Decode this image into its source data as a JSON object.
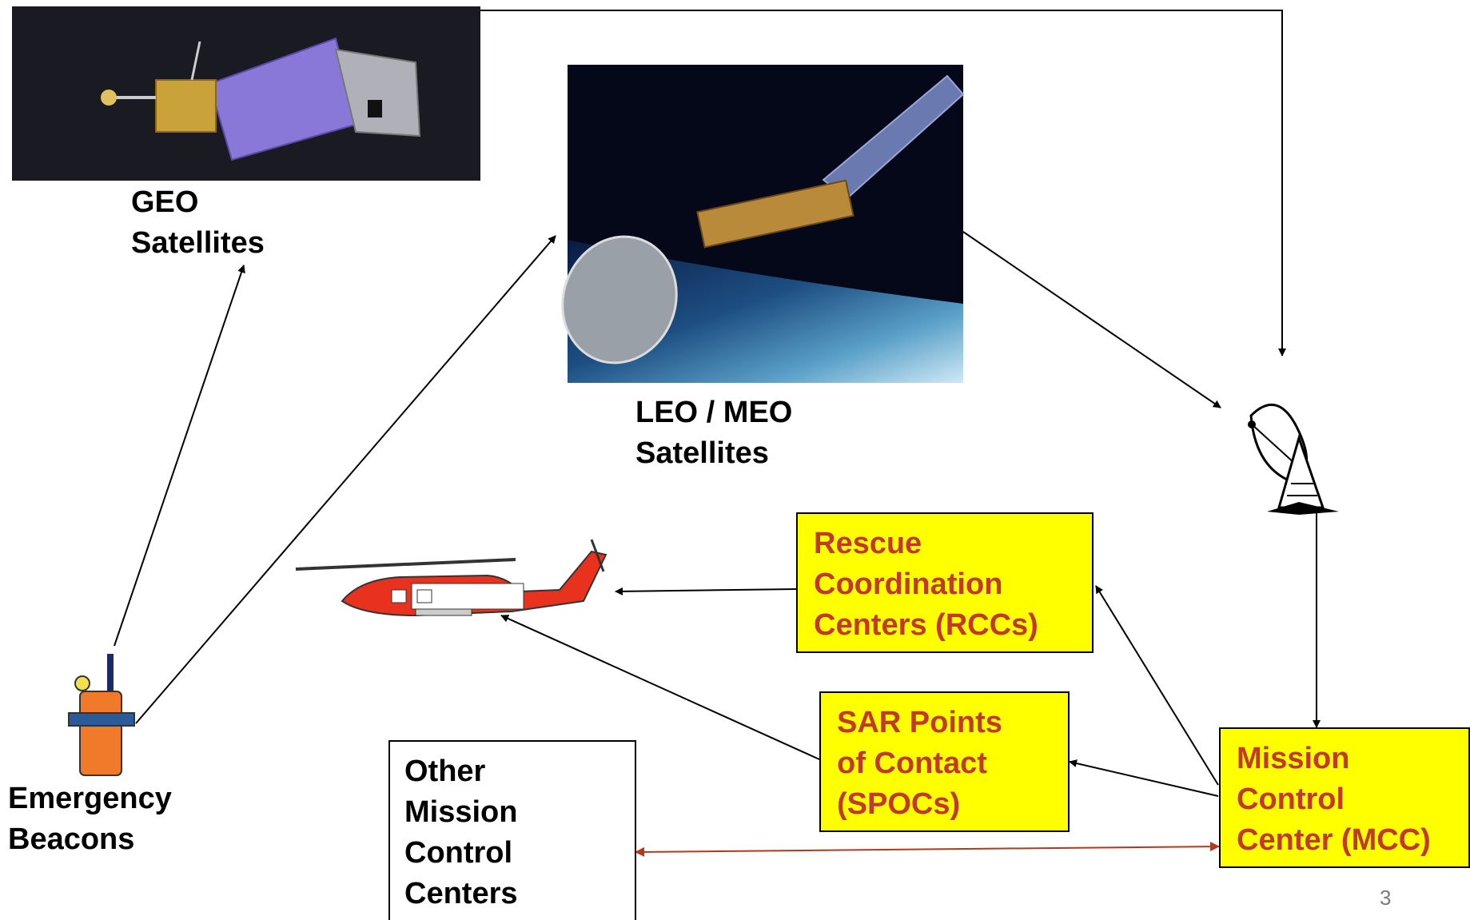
{
  "nodes": {
    "geo": {
      "label": "GEO\nSatellites"
    },
    "leo_meo": {
      "label": "LEO / MEO\nSatellites"
    },
    "beacons": {
      "label": "Emergency\nBeacons"
    },
    "rcc": {
      "label": "Rescue\nCoordination\nCenters (RCCs)"
    },
    "spoc": {
      "label": "SAR Points\nof Contact\n(SPOCs)"
    },
    "mcc": {
      "label": "Mission\nControl\nCenter (MCC)"
    },
    "other_mcc": {
      "label": "Other\nMission\nControl\nCenters"
    }
  },
  "icons": {
    "geo_image": "geo-satellite-photo",
    "leo_image": "leo-meo-satellite-photo",
    "helicopter": "coast-guard-helicopter-icon",
    "ground_station": "satellite-dish-icon",
    "beacon": "emergency-beacon-icon"
  },
  "colors": {
    "box_fill": "#ffff00",
    "box_text": "#c0392b",
    "arrow": "#000000",
    "mcc_link": "#b03a1e",
    "space": "#0a0f2a"
  },
  "page_number": "3"
}
